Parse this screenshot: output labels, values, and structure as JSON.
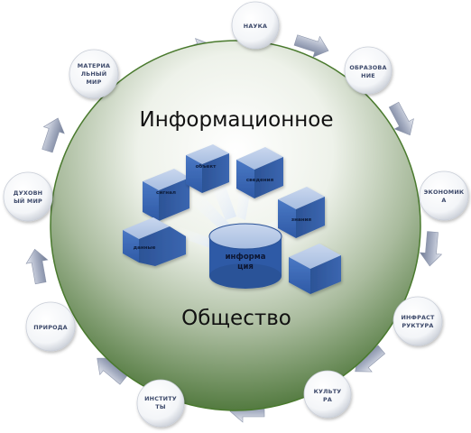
{
  "diagram": {
    "title_top": "Информационное",
    "title_bottom": "Общество",
    "center_label": [
      "информа",
      "ция"
    ],
    "cubes": [
      "сигнал",
      "объект",
      "сведения",
      "знания",
      "данные",
      ""
    ],
    "satellites": [
      [
        "НАУКА"
      ],
      [
        "ОБРАЗОВА",
        "НИЕ"
      ],
      [
        "ЭКОНОМИК",
        "А"
      ],
      [
        "ИНФРАСТ",
        "РУКТУРА"
      ],
      [
        "КУЛЬТУ",
        "РА"
      ],
      [
        "ИНСТИТУ",
        "ТЫ"
      ],
      [
        "ПРИРОДА"
      ],
      [
        "ДУХОВН",
        "ЫЙ МИР"
      ],
      [
        "МАТЕРИА",
        "ЛЬНЫЙ",
        "МИР"
      ]
    ]
  }
}
